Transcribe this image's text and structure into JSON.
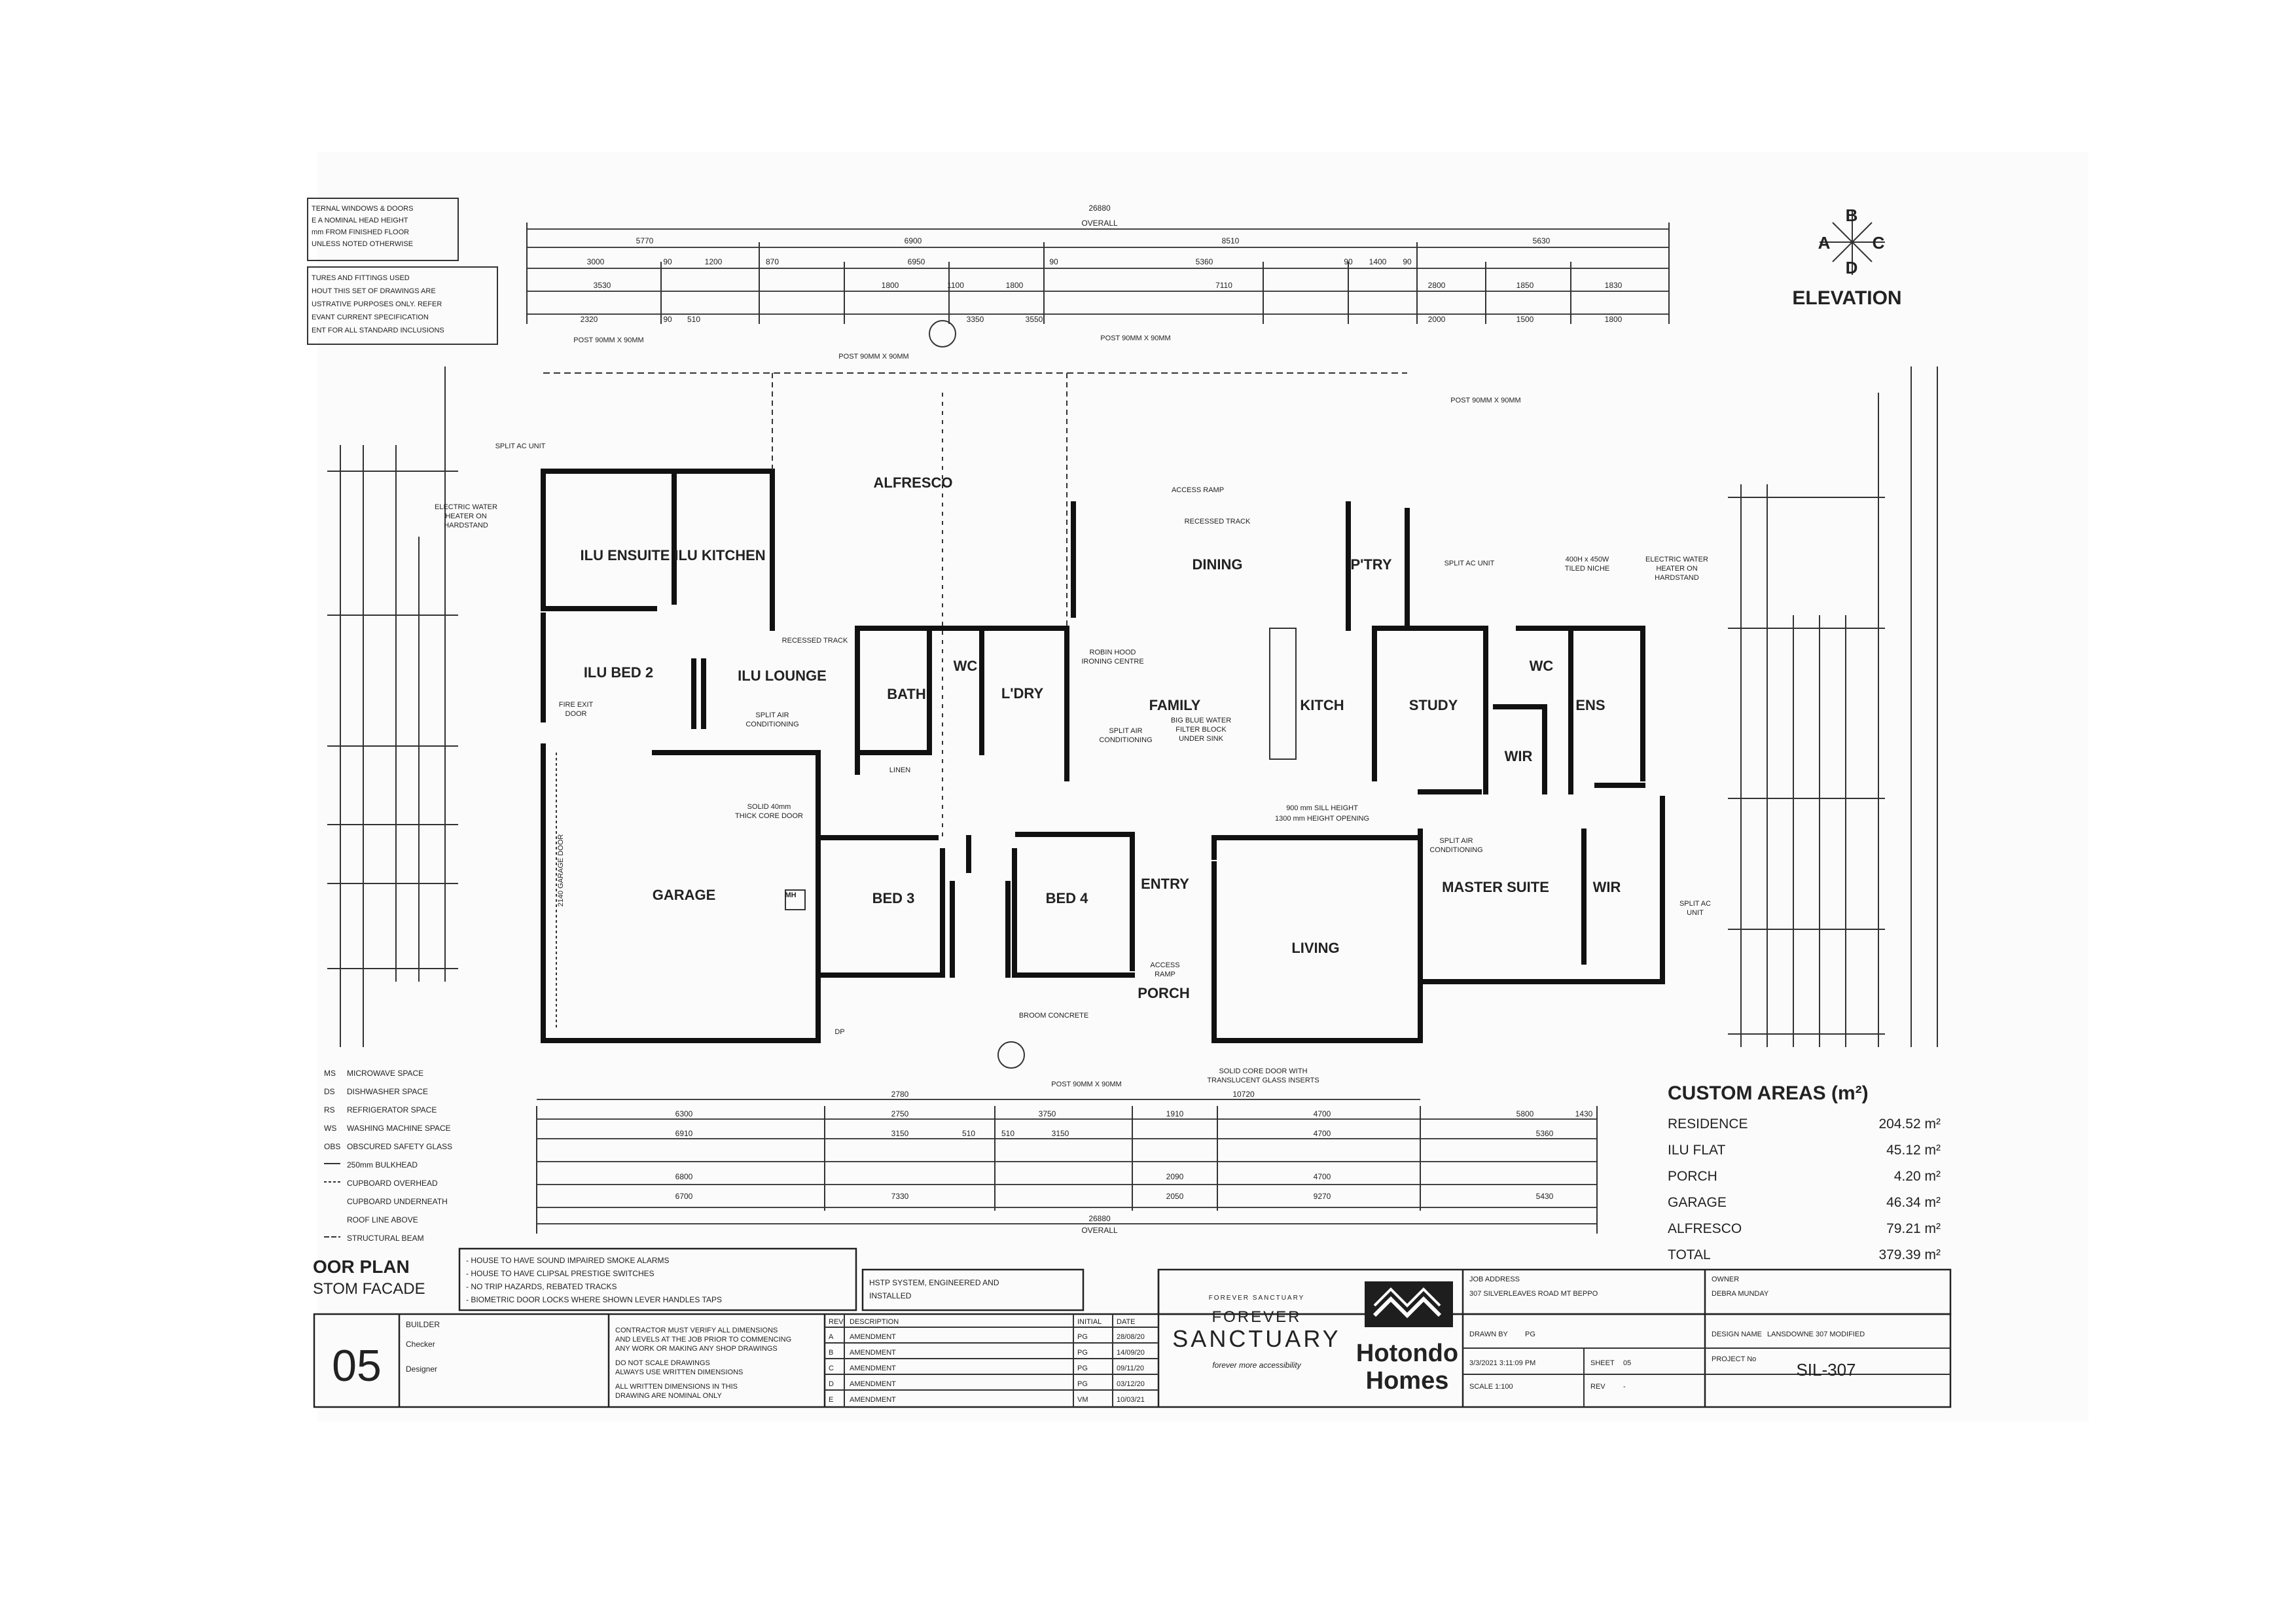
{
  "top_notes": {
    "note1": [
      "TERNAL WINDOWS & DOORS",
      "E A NOMINAL HEAD HEIGHT",
      "mm FROM FINISHED FLOOR",
      "UNLESS NOTED OTHERWISE"
    ],
    "note2": [
      "TURES AND FITTINGS USED",
      "HOUT THIS SET OF DRAWINGS ARE",
      "USTRATIVE PURPOSES ONLY. REFER",
      "EVANT CURRENT SPECIFICATION",
      "ENT FOR ALL STANDARD INCLUSIONS"
    ]
  },
  "compass": {
    "a": "A",
    "b": "B",
    "c": "C",
    "d": "D",
    "label": "ELEVATION"
  },
  "top_dims": {
    "overall_value": "26880",
    "overall_label": "OVERALL",
    "row1": [
      "5770",
      "6900",
      "8510",
      "5630"
    ],
    "row2": [
      "3000",
      "90",
      "1200",
      "870",
      "6950",
      "90",
      "5360",
      "90",
      "1400",
      "90"
    ],
    "row3": [
      "3530",
      "1800",
      "1100",
      "1800",
      "7110",
      "2800",
      "1850",
      "1830"
    ],
    "row4": [
      "2320",
      "90",
      "510",
      "3350",
      "3550",
      "2000",
      "1500",
      "1800"
    ]
  },
  "plan_labels": {
    "post_left": "POST 90MM X 90MM",
    "post_mid_left": "POST 90MM X 90MM",
    "post_mid_right": "POST 90MM X 90MM",
    "post_right": "POST 90MM X 90MM",
    "post_bottom": "POST 90MM X 90MM",
    "split_ac_unit": "SPLIT AC UNIT",
    "electric_water_heater": [
      "ELECTRIC WATER",
      "HEATER ON",
      "HARDSTAND"
    ],
    "alfresco": "ALFRESCO",
    "access_track_top": "ACCESS RAMP",
    "recessed_track": "RECESSED TRACK",
    "dining": "DINING",
    "pantry": "P'TRY",
    "split_ac_unit_right": "SPLIT AC UNIT",
    "tiled_niche": [
      "400H x 450W",
      "TILED NICHE"
    ],
    "electric_water_heater_right": [
      "ELECTRIC WATER",
      "HEATER ON",
      "HARDSTAND"
    ],
    "ilu_ensuite": "ILU ENSUITE",
    "ilu_kitchen": "ILU KITCHEN",
    "ilu_bed2": "ILU BED 2",
    "ilu_lounge": "ILU LOUNGE",
    "recessed_track2": "RECESSED TRACK",
    "bath": "BATH",
    "wc": "WC",
    "laundry": "L'DRY",
    "robin_hood": [
      "ROBIN HOOD",
      "IRONING CENTRE"
    ],
    "family": "FAMILY",
    "kitch": "KITCH",
    "study": "STUDY",
    "wc2": "WC",
    "ens": "ENS",
    "wir": "WIR",
    "fire_exit": [
      "FIRE EXIT",
      "DOOR"
    ],
    "split_air_left": [
      "SPLIT AIR",
      "CONDITIONING"
    ],
    "linen": "LINEN",
    "split_air_mid": [
      "SPLIT AIR",
      "CONDITIONING"
    ],
    "big_blue": [
      "BIG BLUE WATER",
      "FILTER BLOCK",
      "UNDER SINK"
    ],
    "sill_height": [
      "900 mm SILL HEIGHT",
      "1300 mm HEIGHT OPENING"
    ],
    "solid_door": [
      "SOLID 40mm",
      "THICK CORE DOOR"
    ],
    "garage": "GARAGE",
    "garage_door": "2140 GARAGE DOOR",
    "mh": "MH",
    "bed3": "BED 3",
    "bed4": "BED 4",
    "entry": "ENTRY",
    "living": "LIVING",
    "split_air_right": [
      "SPLIT AIR",
      "CONDITIONING"
    ],
    "master_suite": "MASTER SUITE",
    "wir2": "WIR",
    "split_ac_right2": [
      "SPLIT AC",
      "UNIT"
    ],
    "access_ramp": [
      "ACCESS",
      "RAMP"
    ],
    "porch": "PORCH",
    "broom_concrete": "BROOM CONCRETE",
    "solid_core_glass": [
      "SOLID CORE DOOR WITH",
      "TRANSLUCENT GLASS INSERTS"
    ],
    "dp": "DP"
  },
  "bottom_dims": {
    "overall_value": "26880",
    "overall_label": "OVERALL",
    "row1": [
      "2780",
      "10720"
    ],
    "row2": [
      "6300",
      "2750",
      "3750",
      "1910",
      "4700",
      "5800",
      "1430"
    ],
    "row3": [
      "6910",
      "3150",
      "510",
      "510",
      "3150",
      "4700",
      "5360"
    ],
    "row4": [
      "6800",
      "2090",
      "4700"
    ],
    "row5": [
      "6700",
      "7330",
      "2050",
      "9270",
      "5430"
    ]
  },
  "legend": [
    {
      "code": "MS",
      "text": "MICROWAVE SPACE"
    },
    {
      "code": "DS",
      "text": "DISHWASHER SPACE"
    },
    {
      "code": "RS",
      "text": "REFRIGERATOR SPACE"
    },
    {
      "code": "WS",
      "text": "WASHING MACHINE SPACE"
    },
    {
      "code": "OBS",
      "text": "OBSCURED SAFETY GLASS"
    },
    {
      "code": "",
      "text": "250mm BULKHEAD"
    },
    {
      "code": "",
      "text": "CUPBOARD OVERHEAD"
    },
    {
      "code": "",
      "text": "CUPBOARD UNDERNEATH"
    },
    {
      "code": "",
      "text": "ROOF LINE ABOVE"
    },
    {
      "code": "",
      "text": "STRUCTURAL BEAM"
    }
  ],
  "custom_areas": {
    "title": "CUSTOM AREAS (m²)",
    "rows": [
      {
        "label": "RESIDENCE",
        "value": "204.52 m²"
      },
      {
        "label": "ILU FLAT",
        "value": "45.12 m²"
      },
      {
        "label": "PORCH",
        "value": "4.20 m²"
      },
      {
        "label": "GARAGE",
        "value": "46.34 m²"
      },
      {
        "label": "ALFRESCO",
        "value": "79.21 m²"
      }
    ],
    "total_label": "TOTAL",
    "total_value": "379.39 m²"
  },
  "title_block": {
    "plan_title": "OOR PLAN",
    "plan_subtitle": "STOM FACADE",
    "notes": [
      "- HOUSE TO HAVE SOUND IMPAIRED SMOKE ALARMS",
      "- HOUSE TO HAVE CLIPSAL PRESTIGE SWITCHES",
      "- NO TRIP HAZARDS, REBATED TRACKS",
      "- BIOMETRIC DOOR LOCKS WHERE SHOWN LEVER HANDLES TAPS"
    ],
    "hstp": [
      "HSTP SYSTEM, ENGINEERED AND",
      "INSTALLED"
    ],
    "sheet_no": "05",
    "builder_label": "BUILDER",
    "builder_value": "Checker",
    "designer_value": "Designer",
    "contractor_notes": [
      "CONTRACTOR MUST VERIFY ALL DIMENSIONS",
      "AND LEVELS AT THE JOB PRIOR TO COMMENCING",
      "ANY WORK OR MAKING ANY SHOP DRAWINGS",
      "DO NOT SCALE DRAWINGS",
      "ALWAYS USE WRITTEN DIMENSIONS",
      "ALL WRITTEN DIMENSIONS IN THIS",
      "DRAWING ARE NOMINAL ONLY"
    ],
    "rev_headers": [
      "REV",
      "DESCRIPTION",
      "INITIAL",
      "DATE"
    ],
    "revisions": [
      {
        "rev": "A",
        "desc": "AMENDMENT",
        "init": "PG",
        "date": "28/08/20"
      },
      {
        "rev": "B",
        "desc": "AMENDMENT",
        "init": "PG",
        "date": "14/09/20"
      },
      {
        "rev": "C",
        "desc": "AMENDMENT",
        "init": "PG",
        "date": "09/11/20"
      },
      {
        "rev": "D",
        "desc": "AMENDMENT",
        "init": "PG",
        "date": "03/12/20"
      },
      {
        "rev": "E",
        "desc": "AMENDMENT",
        "init": "VM",
        "date": "10/03/21"
      }
    ],
    "brand_small": "FOREVER SANCTUARY",
    "brand_line1": "FOREVER",
    "brand_line2": "SANCTUARY",
    "brand_tag": "forever more accessibility",
    "company_line1": "Hotondo",
    "company_line2": "Homes",
    "job_address_label": "JOB ADDRESS",
    "job_address": "307 SILVERLEAVES ROAD MT BEPPO",
    "owner_label": "OWNER",
    "owner": "DEBRA MUNDAY",
    "drawn_by_label": "DRAWN BY",
    "drawn_by": "PG",
    "design_name_label": "DESIGN NAME",
    "design_name": "LANSDOWNE 307 MODIFIED",
    "date_value": "3/3/2021 3:11:09 PM",
    "sheet_label": "SHEET",
    "sheet_value": "05",
    "scale_value": "SCALE 1:100",
    "rev_label": "REV",
    "rev_value": "-",
    "project_no_label": "PROJECT No",
    "project_no": "SIL-307"
  }
}
